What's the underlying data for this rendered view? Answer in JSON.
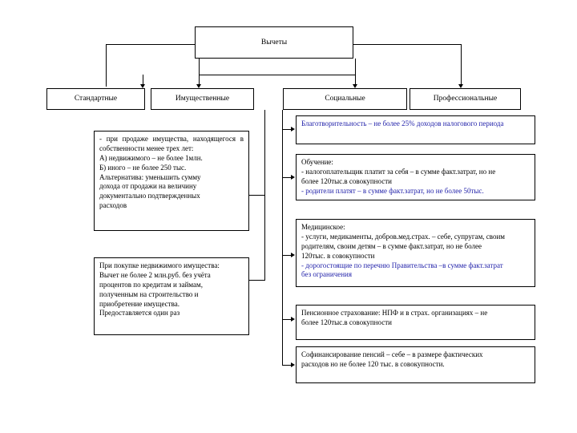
{
  "diagram": {
    "root": {
      "label": "Вычеты"
    },
    "categories": [
      {
        "id": "standard",
        "label": "Стандартные"
      },
      {
        "id": "property",
        "label": "Имущественные"
      },
      {
        "id": "social",
        "label": "Социальные"
      },
      {
        "id": "professional",
        "label": "Профессиональные"
      }
    ],
    "property_details": [
      {
        "id": "property-sale",
        "lines": [
          {
            "text": "-      при      продаже      имущества, находящегося  в  собственности  менее трех лет:",
            "color": "black",
            "justify": true
          },
          {
            "text": "А) недвижимого – не более 1млн.",
            "color": "black",
            "justify": false
          },
          {
            "text": "Б) иного – не более 250 тыс.",
            "color": "black",
            "justify": false
          },
          {
            "text": "Альтернатива: уменьшить сумму",
            "color": "black",
            "justify": false
          },
          {
            "text": "дохода от продажи на величину",
            "color": "black",
            "justify": false
          },
          {
            "text": "документально подтвержденных",
            "color": "black",
            "justify": false
          },
          {
            "text": "расходов",
            "color": "black",
            "justify": false
          }
        ]
      },
      {
        "id": "property-purchase",
        "lines": [
          {
            "text": "При покупке недвижимого имущества:",
            "color": "black",
            "justify": false
          },
          {
            "text": "Вычет не более 2 млн.руб. без учёта",
            "color": "black",
            "justify": false
          },
          {
            "text": "процентов по кредитам и займам,",
            "color": "black",
            "justify": false
          },
          {
            "text": "полученным на строительство и",
            "color": "black",
            "justify": false
          },
          {
            "text": "приобретение имущества.",
            "color": "black",
            "justify": false
          },
          {
            "text": "Предоставляется один раз",
            "color": "black",
            "justify": false
          }
        ]
      }
    ],
    "social_details": [
      {
        "id": "social-charity",
        "lines": [
          {
            "text": "Благотворительность – не более 25% доходов налогового периода",
            "color": "blue"
          }
        ]
      },
      {
        "id": "social-education",
        "lines": [
          {
            "text": "Обучение:",
            "color": "black"
          },
          {
            "text": "- налогоплательщик платит за себя – в сумме факт.затрат, но не",
            "color": "black"
          },
          {
            "text": "более 120тыс.в совокупности",
            "color": "black"
          },
          {
            "text": "- родители платят – в сумме факт.затрат, но не более 50тыс.",
            "color": "blue"
          }
        ]
      },
      {
        "id": "social-medical",
        "lines": [
          {
            "text": "Медицинское:",
            "color": "black"
          },
          {
            "text": "- услуги, медикаменты, добров.мед.страх.  – себе, супругам, своим",
            "color": "black"
          },
          {
            "text": "родителям, своим детям – в сумме факт.затрат, но не более",
            "color": "black"
          },
          {
            "text": "120тыс. в совокупности",
            "color": "black"
          },
          {
            "text": "- дорогостоящие по перечню Правительства –в сумме факт.затрат",
            "color": "blue"
          },
          {
            "text": "без ограничения",
            "color": "blue"
          }
        ]
      },
      {
        "id": "social-pension-insurance",
        "lines": [
          {
            "text": "Пенсионное страхование: НПФ и в страх. организациях – не",
            "color": "black"
          },
          {
            "text": "более 120тыс.в совокупности",
            "color": "black"
          }
        ]
      },
      {
        "id": "social-pension-cofinance",
        "lines": [
          {
            "text": "Софинансирование пенсий – себе – в размере фактических",
            "color": "black"
          },
          {
            "text": "расходов но не более 120 тыс. в совокупности.",
            "color": "black"
          }
        ]
      }
    ],
    "colors": {
      "line": "#000000",
      "text": "#000000",
      "accent": "#2222aa",
      "background": "#ffffff"
    }
  }
}
